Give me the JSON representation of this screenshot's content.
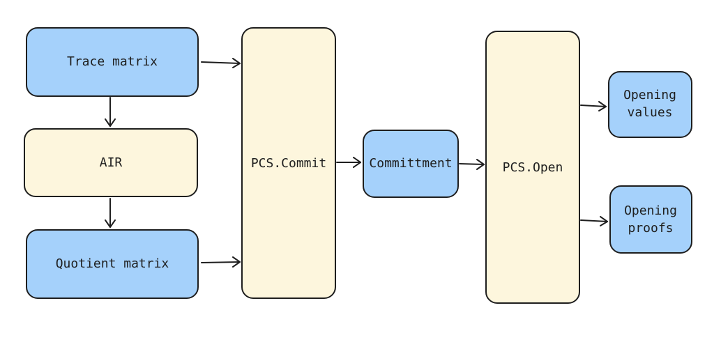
{
  "diagram": {
    "nodes": {
      "trace_matrix": {
        "label": "Trace matrix"
      },
      "air": {
        "label": "AIR"
      },
      "quotient_matrix": {
        "label": "Quotient matrix"
      },
      "pcs_commit": {
        "label": "PCS.Commit"
      },
      "committment": {
        "label": "Committment"
      },
      "pcs_open": {
        "label": "PCS.Open"
      },
      "opening_values": {
        "line1": "Opening",
        "line2": "values"
      },
      "opening_proofs": {
        "line1": "Opening",
        "line2": "proofs"
      }
    },
    "colors": {
      "data_node_fill": "#a5d1fb",
      "process_node_fill": "#fdf6dd",
      "stroke": "#1e1e1e"
    }
  }
}
